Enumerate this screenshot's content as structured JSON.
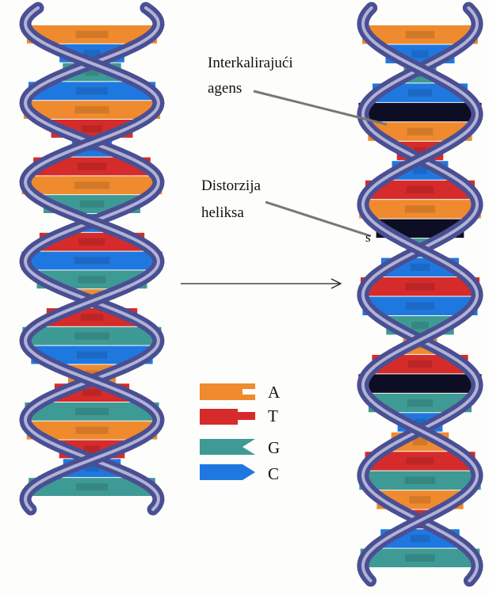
{
  "labels": {
    "intercalating_line1": "Interkalirajući",
    "intercalating_line2": "agens",
    "distortion_line1": "Distorzija",
    "distortion_line2": "heliksa",
    "distortion_marker": "s"
  },
  "legend": [
    {
      "base": "A",
      "color": "#ef8a2e",
      "shape": "notch-icon"
    },
    {
      "base": "T",
      "color": "#d62b2b",
      "shape": "peg-icon"
    },
    {
      "base": "G",
      "color": "#3e9a94",
      "shape": "chevron-notch-icon"
    },
    {
      "base": "C",
      "color": "#1f78e0",
      "shape": "arrow-icon"
    }
  ],
  "colors": {
    "A": "#ef8a2e",
    "T": "#d62b2b",
    "G": "#3e9a94",
    "C": "#1f78e0",
    "intercalator": "#0d0d24",
    "backbone": "#4a4f93",
    "backbone_light": "#c9cbe6"
  },
  "left_helix_pairs": [
    "A",
    "C",
    "G",
    "C",
    "A",
    "T",
    "C",
    "T",
    "A",
    "G",
    "C",
    "T",
    "C",
    "G",
    "A",
    "T",
    "G",
    "C",
    "A",
    "T",
    "G",
    "A",
    "T",
    "C",
    "G"
  ],
  "right_helix_pairs": [
    "A",
    "C",
    "G",
    "C",
    "X",
    "A",
    "T",
    "C",
    "T",
    "A",
    "X",
    "G",
    "C",
    "T",
    "C",
    "G",
    "A",
    "T",
    "X",
    "G",
    "C",
    "A",
    "T",
    "G",
    "A",
    "T",
    "C",
    "G"
  ]
}
